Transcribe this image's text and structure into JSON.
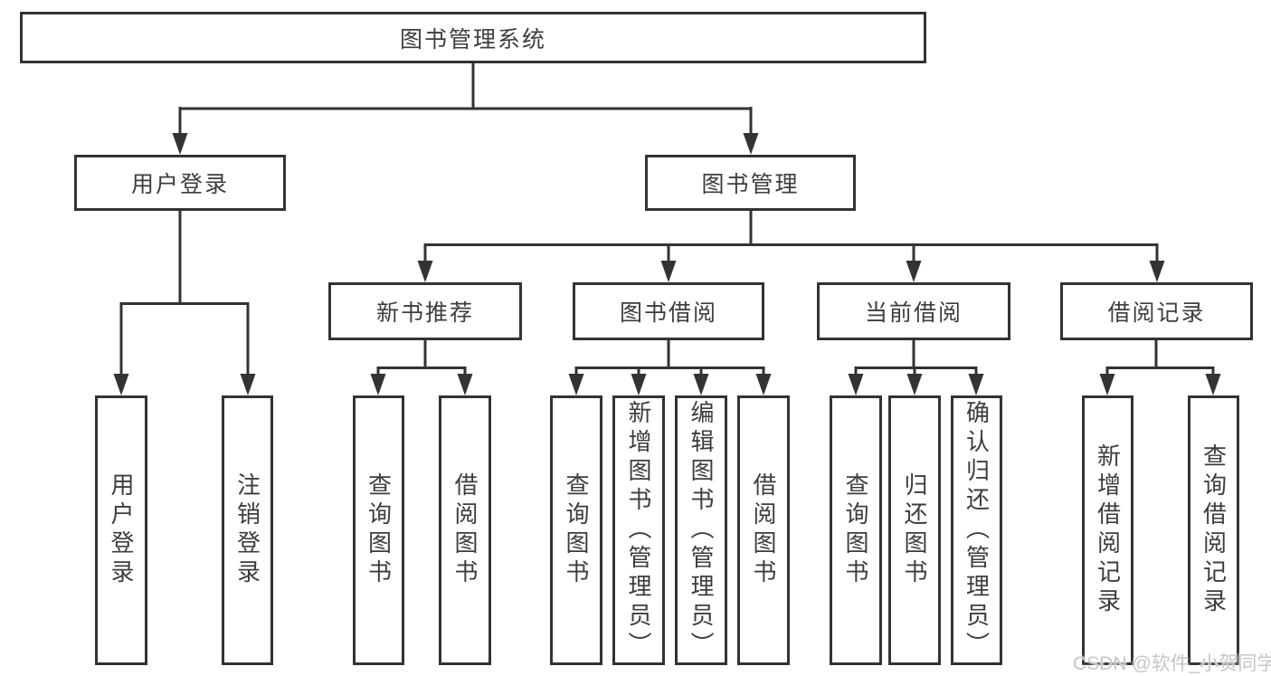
{
  "diagram": {
    "title": "图书管理系统",
    "watermark": "CSDN @软件_小贺同学",
    "colors": {
      "line": "#333333",
      "box_border": "#333333",
      "text": "#3d3d3d",
      "background": "#ffffff",
      "watermark": "#c6c6c6"
    },
    "nodes": {
      "root": {
        "label": "图书管理系统"
      },
      "user_login": {
        "label": "用户登录"
      },
      "book_mgmt": {
        "label": "图书管理"
      },
      "new_book_rec": {
        "label": "新书推荐"
      },
      "book_borrow": {
        "label": "图书借阅"
      },
      "current_borrow": {
        "label": "当前借阅"
      },
      "borrow_records": {
        "label": "借阅记录"
      },
      "ul_login": {
        "label": "用户登录"
      },
      "ul_logout": {
        "label": "注销登录"
      },
      "nbr_query": {
        "label": "查询图书"
      },
      "nbr_borrow": {
        "label": "借阅图书"
      },
      "bb_query": {
        "label": "查询图书"
      },
      "bb_add": {
        "label": "新增图书（管理员）"
      },
      "bb_edit": {
        "label": "编辑图书（管理员）"
      },
      "bb_borrow": {
        "label": "借阅图书"
      },
      "cb_query": {
        "label": "查询图书"
      },
      "cb_return": {
        "label": "归还图书"
      },
      "cb_confirm": {
        "label": "确认归还（管理员）"
      },
      "br_add": {
        "label": "新增借阅记录"
      },
      "br_query": {
        "label": "查询借阅记录"
      }
    },
    "edges": [
      [
        "root",
        "user_login"
      ],
      [
        "root",
        "book_mgmt"
      ],
      [
        "user_login",
        "ul_login"
      ],
      [
        "user_login",
        "ul_logout"
      ],
      [
        "book_mgmt",
        "new_book_rec"
      ],
      [
        "book_mgmt",
        "book_borrow"
      ],
      [
        "book_mgmt",
        "current_borrow"
      ],
      [
        "book_mgmt",
        "borrow_records"
      ],
      [
        "new_book_rec",
        "nbr_query"
      ],
      [
        "new_book_rec",
        "nbr_borrow"
      ],
      [
        "book_borrow",
        "bb_query"
      ],
      [
        "book_borrow",
        "bb_add"
      ],
      [
        "book_borrow",
        "bb_edit"
      ],
      [
        "book_borrow",
        "bb_borrow"
      ],
      [
        "current_borrow",
        "cb_query"
      ],
      [
        "current_borrow",
        "cb_return"
      ],
      [
        "current_borrow",
        "cb_confirm"
      ],
      [
        "borrow_records",
        "br_add"
      ],
      [
        "borrow_records",
        "br_query"
      ]
    ]
  }
}
